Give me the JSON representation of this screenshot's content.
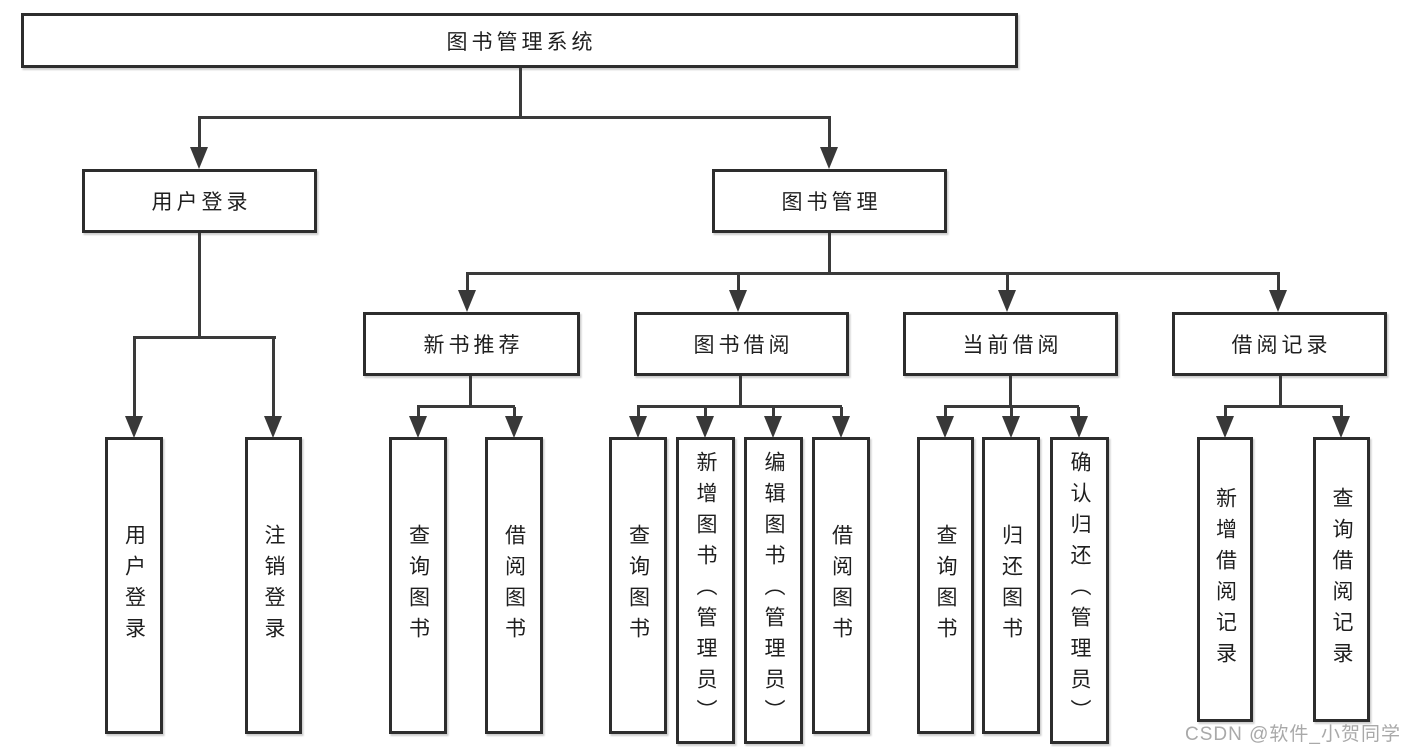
{
  "tree": {
    "label": "图书管理系统",
    "children": [
      {
        "label": "用户登录",
        "children": [
          {
            "label": "用户登录"
          },
          {
            "label": "注销登录"
          }
        ]
      },
      {
        "label": "图书管理",
        "children": [
          {
            "label": "新书推荐",
            "children": [
              {
                "label": "查询图书"
              },
              {
                "label": "借阅图书"
              }
            ]
          },
          {
            "label": "图书借阅",
            "children": [
              {
                "label": "查询图书"
              },
              {
                "label": "新增图书（管理员）"
              },
              {
                "label": "编辑图书（管理员）"
              },
              {
                "label": "借阅图书"
              }
            ]
          },
          {
            "label": "当前借阅",
            "children": [
              {
                "label": "查询图书"
              },
              {
                "label": "归还图书"
              },
              {
                "label": "确认归还（管理员）"
              }
            ]
          },
          {
            "label": "借阅记录",
            "children": [
              {
                "label": "新增借阅记录"
              },
              {
                "label": "查询借阅记录"
              }
            ]
          }
        ]
      }
    ]
  },
  "watermark": "CSDN @软件_小贺同学",
  "colors": {
    "box_border": "#2d2d2d",
    "connector_line": "#3a3a3a",
    "text": "#1f1f1f",
    "watermark": "#a9a9a9",
    "background": "#ffffff"
  }
}
